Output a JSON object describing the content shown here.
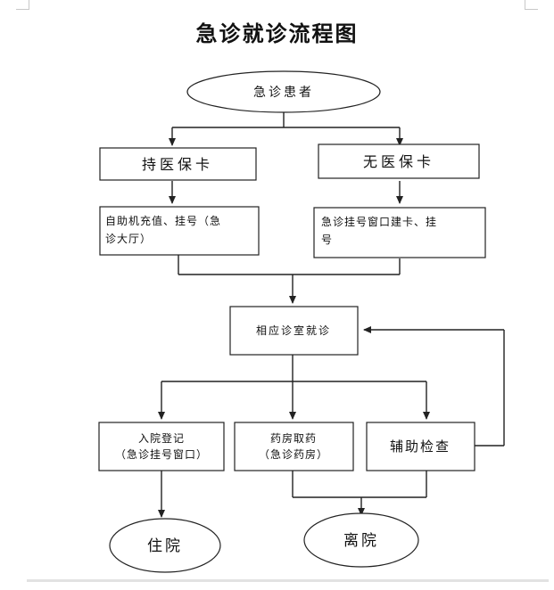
{
  "title": "急诊就诊流程图",
  "nodes": {
    "patient": "急诊患者",
    "with_card": "持医保卡",
    "without_card": "无医保卡",
    "self_service": [
      "自助机充值、挂号（急",
      "诊大厅）"
    ],
    "window_register": [
      "急诊挂号窗口建卡、挂",
      "号"
    ],
    "consult": "相应诊室就诊",
    "admission": [
      "入院登记",
      "（急诊挂号窗口）"
    ],
    "pharmacy": [
      "药房取药",
      "（急诊药房）"
    ],
    "exam": "辅助检查",
    "hospitalize": "住院",
    "leave": "离院"
  }
}
